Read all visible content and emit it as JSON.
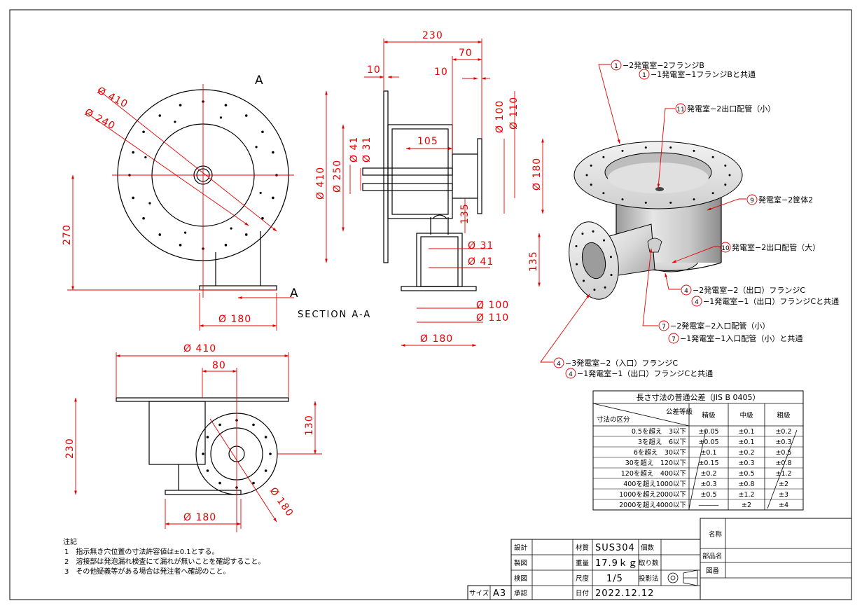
{
  "views": {
    "section_marker": "A",
    "section_title": "SECTION A-A"
  },
  "front_view": {
    "dim_dia_410": "Ø 410",
    "dim_dia_240": "Ø 240",
    "dim_270": "270",
    "dim_dia_180": "Ø 180"
  },
  "section_view": {
    "dim_230": "230",
    "dim_70": "70",
    "dim_10_left": "10",
    "dim_10_right": "10",
    "dim_dia_100": "Ø 100",
    "dim_dia_110": "Ø 110",
    "dim_dia_41": "Ø 41",
    "dim_dia_31": "Ø 31",
    "dim_105": "105",
    "dim_dia_410": "Ø 410",
    "dim_dia_250": "Ø 250",
    "dim_180": "Ø 180",
    "dim_135_a": "135",
    "dim_135_b": "135",
    "dim_dia_31_b": "Ø 31",
    "dim_dia_41_b": "Ø 41",
    "dim_dia_100_b": "Ø 100",
    "dim_dia_110_b": "Ø 110",
    "dim_dia_180_b": "Ø 180"
  },
  "bottom_view": {
    "dim_dia_410": "Ø 410",
    "dim_80": "80",
    "dim_230": "230",
    "dim_130": "130",
    "dim_dia_180": "Ø 180",
    "dim_dia_180_diag": "Ø 180"
  },
  "iso_labels": [
    {
      "num": "1",
      "text": "−2発電室−2フランジB"
    },
    {
      "num": "1",
      "text": "−1発電室−1フランジBと共通"
    },
    {
      "num": "11",
      "text": "発電室−2出口配管（小）"
    },
    {
      "num": "9",
      "text": "発電室−2筐体2"
    },
    {
      "num": "10",
      "text": "発電室−2出口配管（大）"
    },
    {
      "num": "4",
      "text": "−2発電室−2（出口）フランジC"
    },
    {
      "num": "4",
      "text": "−1発電室−1（出口）フランジCと共通"
    },
    {
      "num": "7",
      "text": "−2発電室−2入口配管（小）"
    },
    {
      "num": "7",
      "text": "−1発電室−1入口配管（小）と共通"
    },
    {
      "num": "4",
      "text": "−3発電室−2（入口）フランジC"
    },
    {
      "num": "4",
      "text": "−1発電室−1（出口）フランジCと共通"
    }
  ],
  "tolerance_table": {
    "title": "長さ寸法の普通公差（JIS B 0405）",
    "corner_top": "公差等級",
    "corner_bottom": "寸法の区分",
    "headers": [
      "精級",
      "中級",
      "粗級"
    ],
    "rows": [
      {
        "range": "0.5を超え　3以下",
        "fine": "±0.05",
        "medium": "±0.1",
        "coarse": "±0.2"
      },
      {
        "range": "3を超え　6以下",
        "fine": "±0.05",
        "medium": "±0.1",
        "coarse": "±0.3"
      },
      {
        "range": "6を超え　30以下",
        "fine": "±0.1",
        "medium": "±0.2",
        "coarse": "±0.5"
      },
      {
        "range": "30を超え　120以下",
        "fine": "±0.15",
        "medium": "±0.3",
        "coarse": "±0.8"
      },
      {
        "range": "120を超え　400以下",
        "fine": "±0.2",
        "medium": "±0.5",
        "coarse": "±1.2"
      },
      {
        "range": "400を超え1000以下",
        "fine": "±0.3",
        "medium": "±0.8",
        "coarse": "±2"
      },
      {
        "range": "1000を超え2000以下",
        "fine": "±0.5",
        "medium": "±1.2",
        "coarse": "±3"
      },
      {
        "range": "2000を超え4000以下",
        "fine": "―――",
        "medium": "±2",
        "coarse": "±4"
      }
    ]
  },
  "notes": {
    "heading": "注記",
    "items": [
      "1　指示無き穴位置の寸法許容値は±0.1とする。",
      "2　溶接部は発泡漏れ検査にて漏れが無いことを確認すること。",
      "3　その他疑義等がある場合は発注者へ確認のこと。"
    ]
  },
  "title_block": {
    "design_label": "設計",
    "drawing_label": "製図",
    "check_label": "検図",
    "approve_label": "承認",
    "size_label": "サイズ",
    "size_value": "A3",
    "material_label": "材質",
    "material_value": "SUS304",
    "weight_label": "重量",
    "weight_value": "17.9ｋｇ",
    "scale_label": "尺度",
    "scale_value": "1/5",
    "date_label": "日付",
    "date_value": "2022.12.12",
    "count_label": "個数",
    "take_label": "取り数",
    "projection_label": "投影法",
    "name_label": "名称",
    "part_name_label": "部品名",
    "drawing_no_label": "図番"
  }
}
